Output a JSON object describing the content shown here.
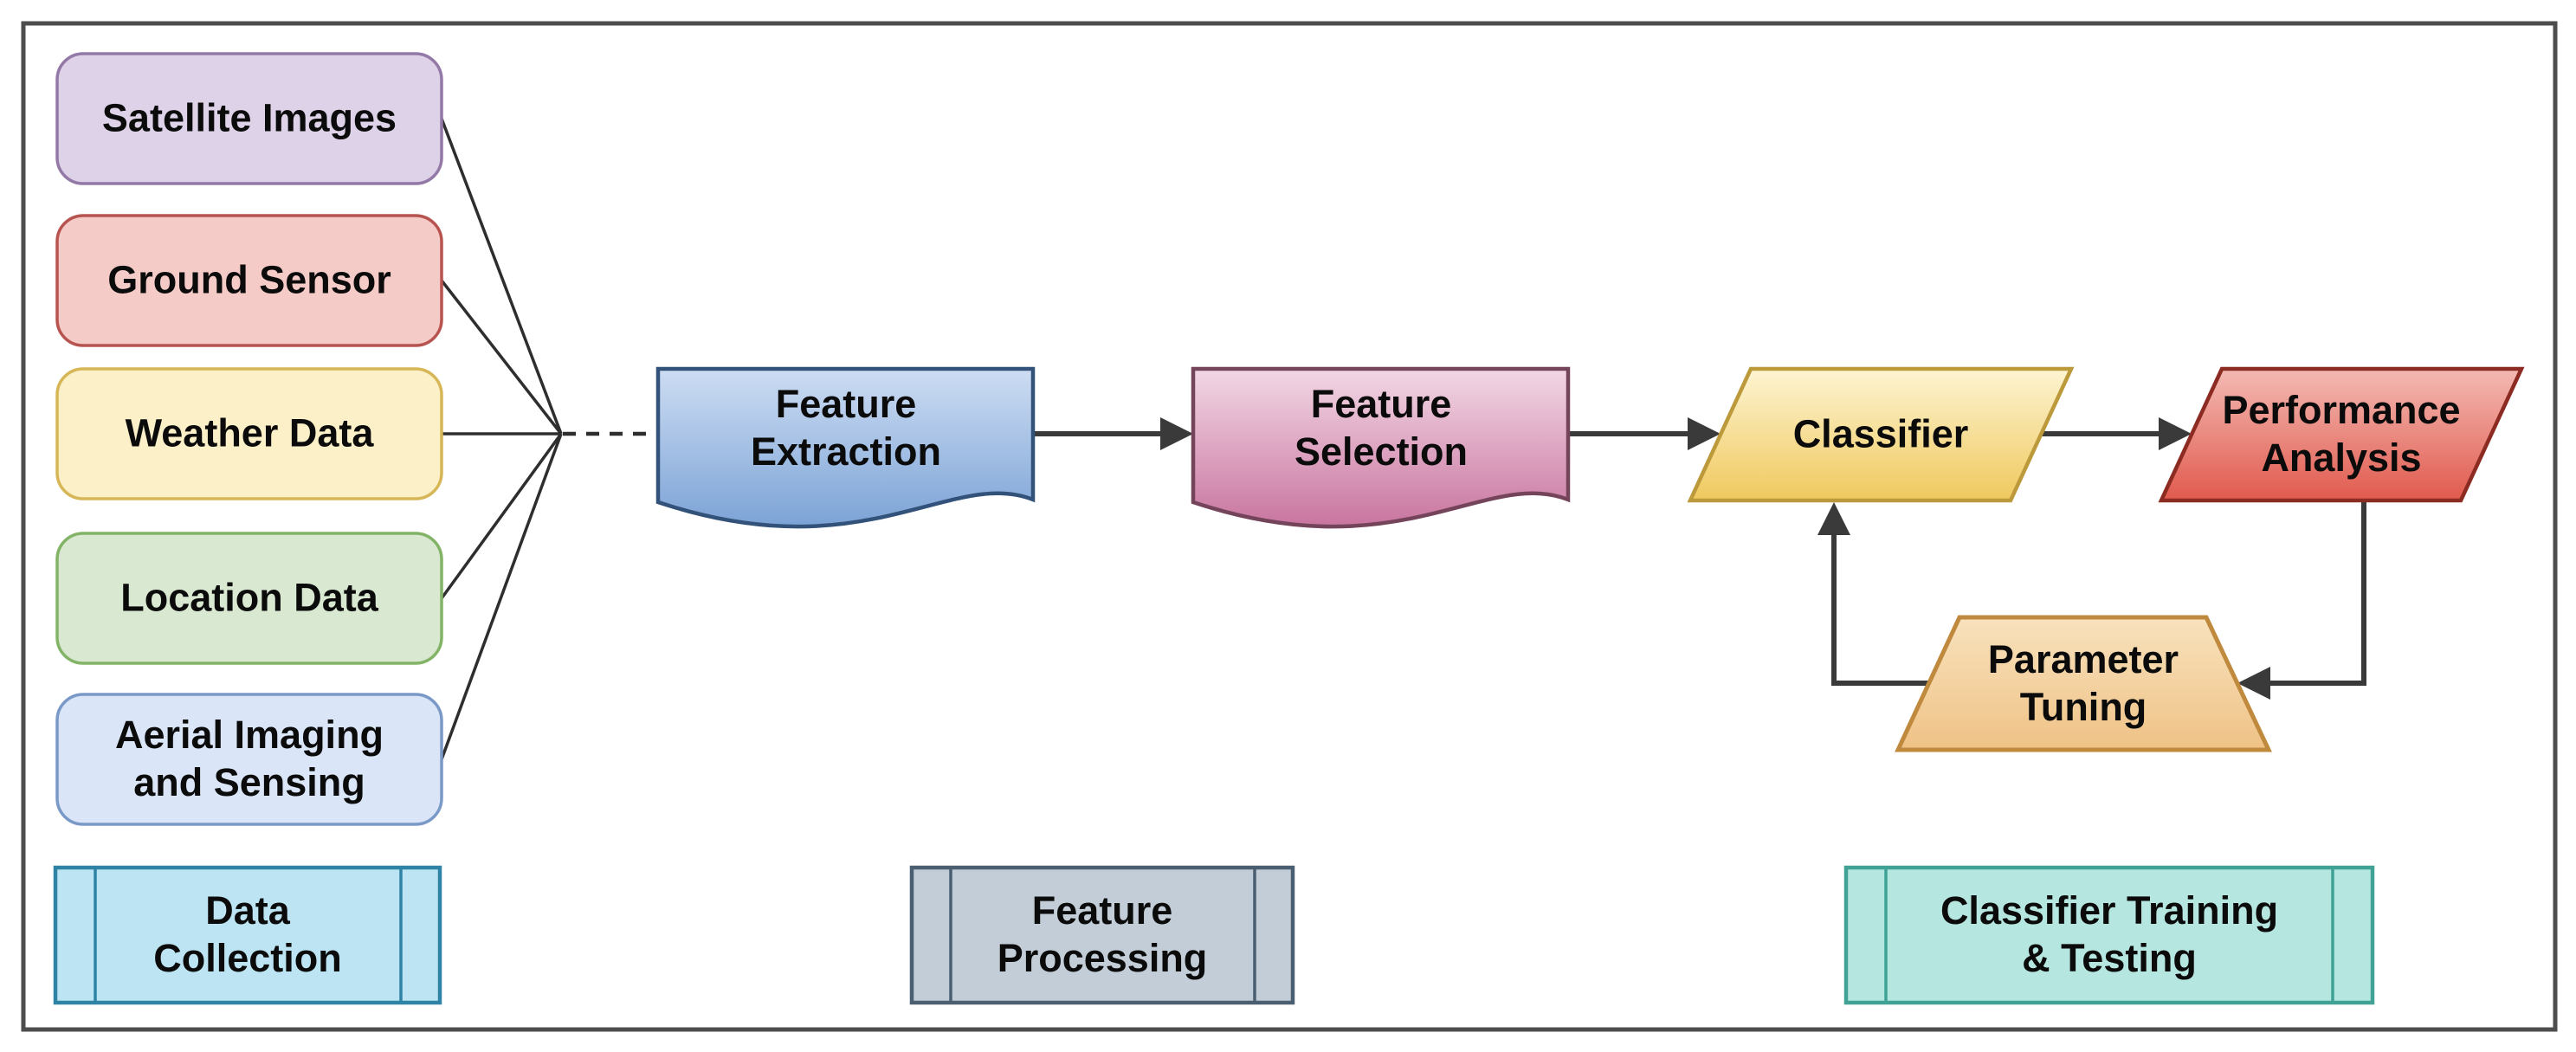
{
  "frame": {
    "stroke": "#4d4d4d"
  },
  "connectors": {
    "color": "#3a3a3a",
    "thin_color": "#2e2e2e"
  },
  "sources": {
    "satellite": {
      "label": "Satellite Images",
      "fill": "#ddd2e8",
      "stroke": "#9379a6"
    },
    "ground": {
      "label": "Ground Sensor",
      "fill": "#f5cbc8",
      "stroke": "#b85450"
    },
    "weather": {
      "label": "Weather Data",
      "fill": "#fcf0c8",
      "stroke": "#d6b656"
    },
    "location": {
      "label": "Location Data",
      "fill": "#d9e8d1",
      "stroke": "#82b366"
    },
    "aerial": {
      "label": "Aerial Imaging\nand Sensing",
      "fill": "#dae6f7",
      "stroke": "#7a99c7"
    }
  },
  "nodes": {
    "feature_extraction": {
      "label": "Feature\nExtraction",
      "fill_top": "#cdddf3",
      "fill_bottom": "#7ca3d6",
      "stroke": "#32527a"
    },
    "feature_selection": {
      "label": "Feature\nSelection",
      "fill_top": "#f2d7e5",
      "fill_bottom": "#c9759f",
      "stroke": "#74445a"
    },
    "classifier": {
      "label": "Classifier",
      "fill_top": "#fdf4d2",
      "fill_bottom": "#f0c95e",
      "stroke": "#bc9a3c"
    },
    "performance_analysis": {
      "label": "Performance\nAnalysis",
      "fill_top": "#f3bab3",
      "fill_bottom": "#e15a4e",
      "stroke": "#8c2b22"
    },
    "parameter_tuning": {
      "label": "Parameter\nTuning",
      "fill_top": "#f8e2bd",
      "fill_bottom": "#efc286",
      "stroke": "#c08a3e"
    }
  },
  "stages": {
    "data_collection": {
      "label": "Data\nCollection",
      "fill": "#bce4f2",
      "stroke": "#2f84a6"
    },
    "feature_processing": {
      "label": "Feature\nProcessing",
      "fill": "#c2cdd7",
      "stroke": "#4a5f71"
    },
    "classifier_training": {
      "label": "Classifier Training\n& Testing",
      "fill": "#b6e6e0",
      "stroke": "#3fa294"
    }
  }
}
